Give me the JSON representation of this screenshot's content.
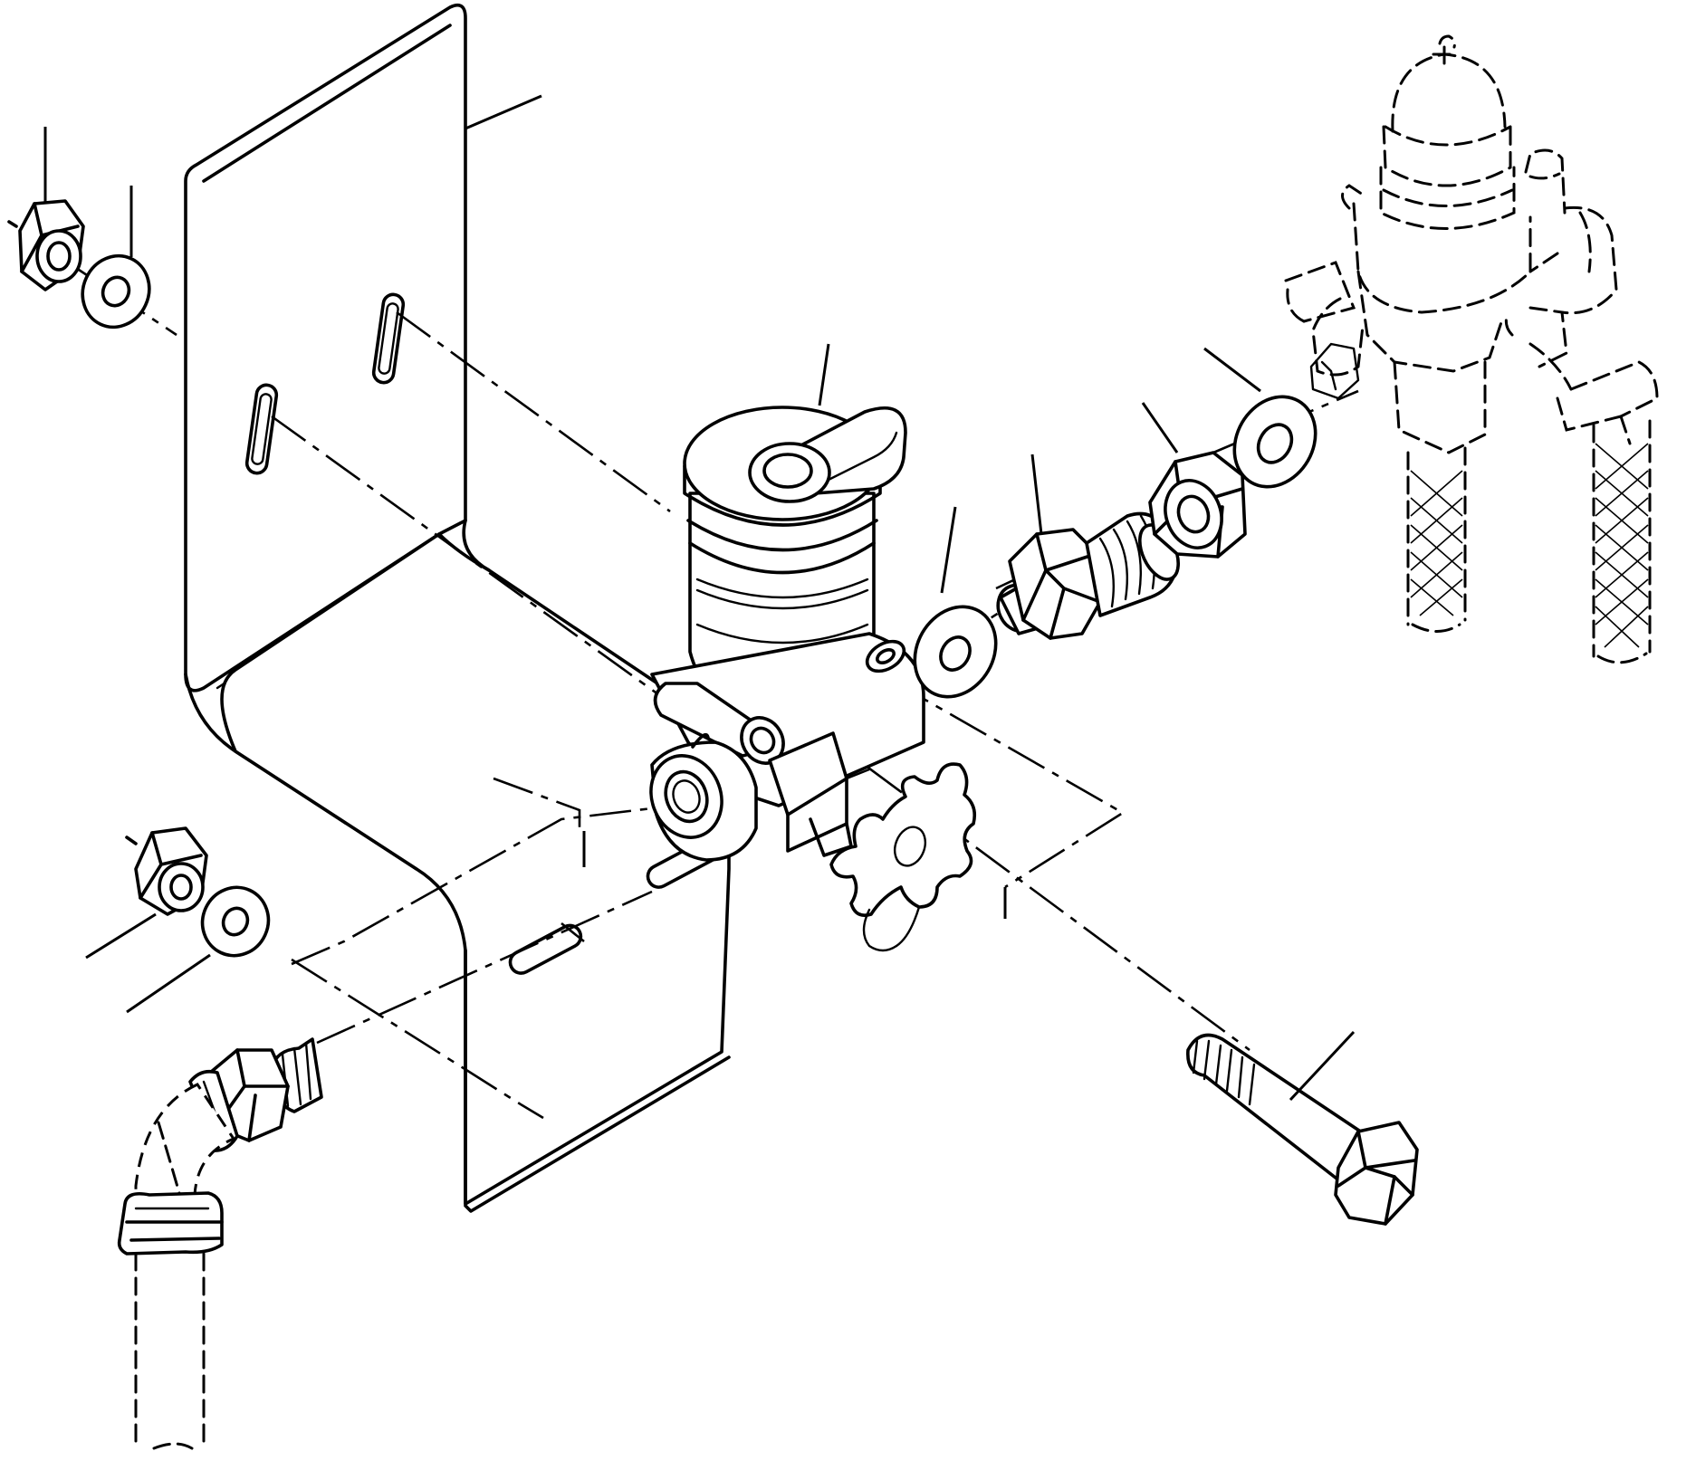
{
  "diagram": {
    "type": "exploded-parts-view",
    "callout_labels": [],
    "parts": [
      {
        "id": "bracket",
        "icon": "l-bracket"
      },
      {
        "id": "nut-upper-left",
        "icon": "hex-nut"
      },
      {
        "id": "washer-upper-left",
        "icon": "washer"
      },
      {
        "id": "nut-lower-left",
        "icon": "hex-nut"
      },
      {
        "id": "washer-lower-left",
        "icon": "washer"
      },
      {
        "id": "filter-bowl",
        "icon": "filter-canister"
      },
      {
        "id": "valve-body",
        "icon": "drain-valve"
      },
      {
        "id": "star-knob",
        "icon": "star-knob"
      },
      {
        "id": "washer-center",
        "icon": "washer"
      },
      {
        "id": "connector-fitting",
        "icon": "threaded-fitting"
      },
      {
        "id": "nut-right",
        "icon": "hex-nut"
      },
      {
        "id": "washer-right",
        "icon": "washer"
      },
      {
        "id": "bolt",
        "icon": "hex-bolt"
      },
      {
        "id": "hose-elbow",
        "icon": "hose-elbow"
      },
      {
        "id": "regulator-assembly",
        "icon": "valve-assembly"
      }
    ]
  }
}
